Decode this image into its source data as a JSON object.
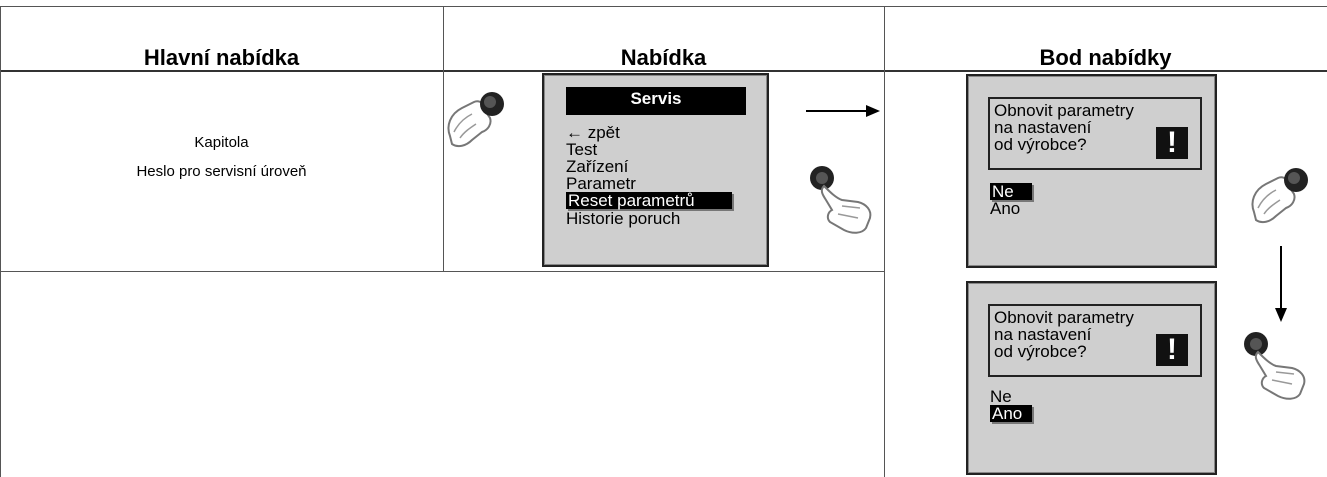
{
  "headers": {
    "main_menu": "Hlavní nabídka",
    "menu": "Nabídka",
    "menu_item": "Bod nabídky"
  },
  "chapter": {
    "label": "Kapitola",
    "value": "Heslo pro servisní úroveň"
  },
  "menu_screen": {
    "title": "Servis",
    "items": [
      "← zpět",
      "Test",
      "Zařízení",
      "Parametr",
      "Reset parametrů",
      "Historie poruch"
    ],
    "selected_index": 4
  },
  "dialog_1": {
    "message": [
      "Obnovit parametry",
      "na nastavení",
      "od výrobce?"
    ],
    "warning_symbol": "!",
    "options": [
      "Ne",
      "Ano"
    ],
    "selected": "Ne"
  },
  "dialog_2": {
    "message": [
      "Obnovit parametry",
      "na nastavení",
      "od výrobce?"
    ],
    "warning_symbol": "!",
    "options": [
      "Ne",
      "Ano"
    ],
    "selected": "Ano"
  },
  "icons": {
    "rotate_knob": "rotary-knob-turn-icon",
    "press_knob": "rotary-knob-press-icon",
    "arrow_right": "arrow-right-icon",
    "arrow_down": "arrow-down-icon",
    "warning": "exclamation-warning-icon"
  }
}
